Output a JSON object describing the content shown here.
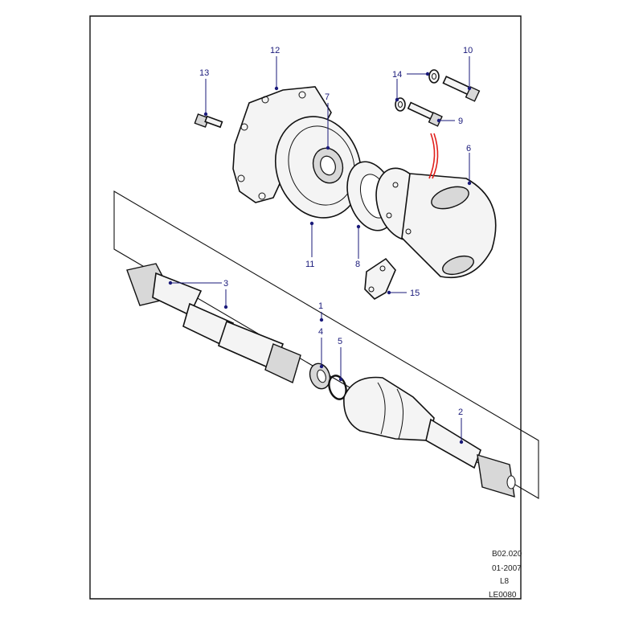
{
  "callouts": {
    "c1": "1",
    "c2": "2",
    "c3": "3",
    "c4": "4",
    "c5": "5",
    "c6": "6",
    "c7": "7",
    "c8": "8",
    "c9": "9",
    "c10": "10",
    "c11": "11",
    "c12": "12",
    "c13": "13",
    "c14": "14",
    "c15": "15"
  },
  "info": {
    "ref": "B02.020",
    "date": "01-2007",
    "code": "L8",
    "illustration": "LE0080"
  },
  "colors": {
    "callout": "#1a1a7a",
    "highlight": "#e0201c",
    "line": "#111111"
  }
}
